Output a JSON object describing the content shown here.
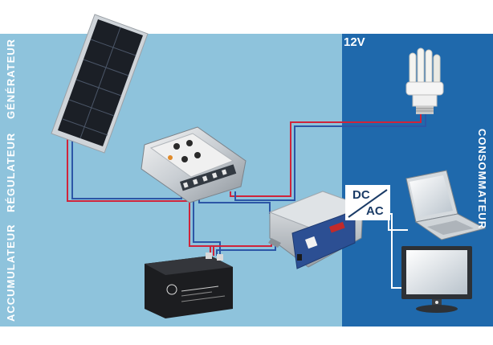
{
  "labels": {
    "generateur": "GÉNÉRATEUR",
    "regulateur": "RÉGULATEUR",
    "accumulateur": "ACCUMULATEUR",
    "consommateur": "CONSOMMATEUR",
    "voltage": "12V",
    "converter_top": "DC",
    "converter_bottom": "AC"
  },
  "colors": {
    "left_panel": "#8ec3dc",
    "right_panel": "#1f69ac",
    "wire_positive": "#d0243a",
    "wire_negative": "#2c56a6"
  },
  "components": [
    {
      "name": "solar-panel",
      "icon": "solar-panel-icon"
    },
    {
      "name": "charge-regulator",
      "icon": "regulator-icon"
    },
    {
      "name": "battery",
      "icon": "battery-icon"
    },
    {
      "name": "inverter",
      "icon": "inverter-icon"
    },
    {
      "name": "light-bulb",
      "icon": "cfl-bulb-icon"
    },
    {
      "name": "laptop",
      "icon": "laptop-icon"
    },
    {
      "name": "monitor",
      "icon": "monitor-icon"
    }
  ]
}
